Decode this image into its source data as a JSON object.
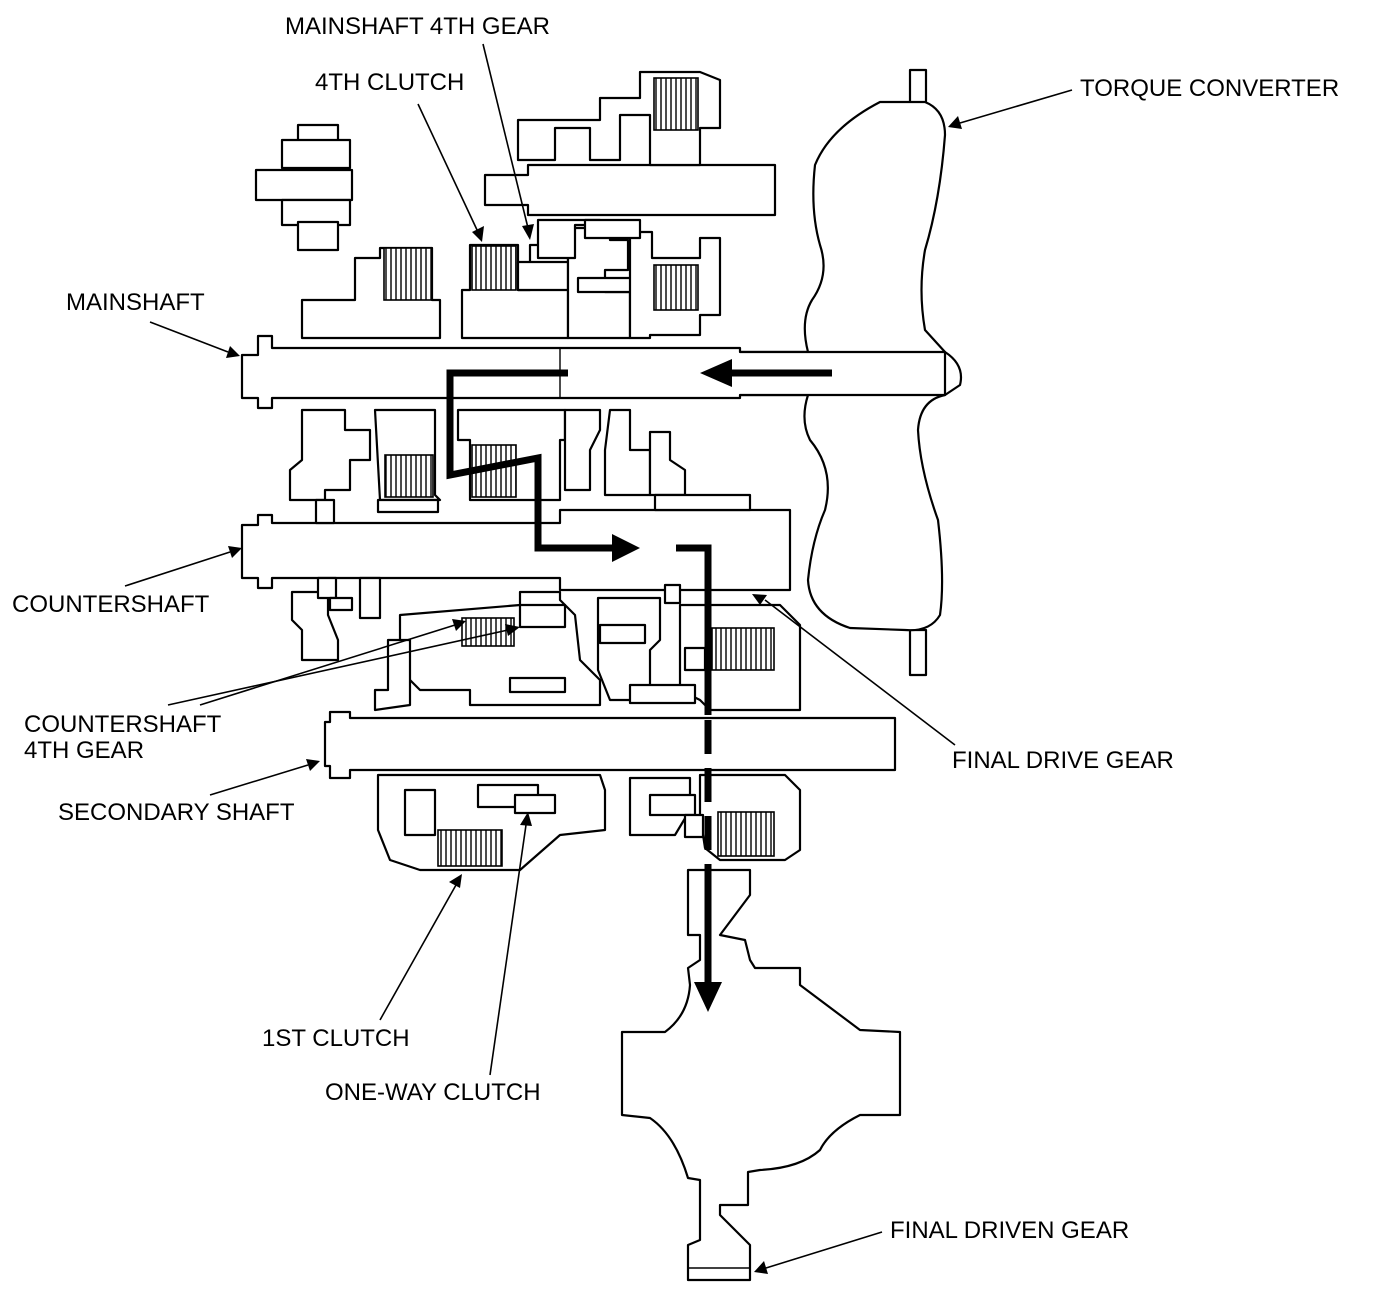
{
  "labels": {
    "mainshaft_4th_gear": "MAINSHAFT 4TH GEAR",
    "fourth_clutch": "4TH CLUTCH",
    "torque_converter": "TORQUE CONVERTER",
    "mainshaft": "MAINSHAFT",
    "countershaft": "COUNTERSHAFT",
    "countershaft_4th_gear_line1": "COUNTERSHAFT",
    "countershaft_4th_gear_line2": "4TH GEAR",
    "final_drive_gear": "FINAL DRIVE GEAR",
    "secondary_shaft": "SECONDARY SHAFT",
    "first_clutch": "1ST CLUTCH",
    "one_way_clutch": "ONE-WAY CLUTCH",
    "final_driven_gear": "FINAL DRIVEN GEAR"
  },
  "colors": {
    "line": "#000000",
    "background": "#ffffff"
  }
}
